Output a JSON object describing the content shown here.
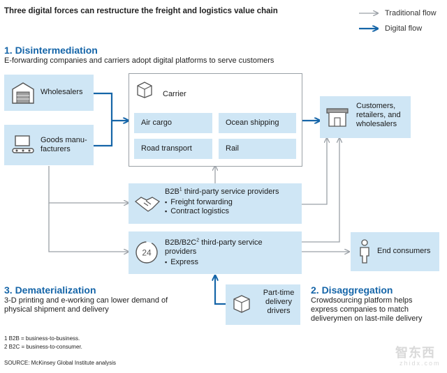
{
  "title": "Three digital forces can restructure the freight and logistics value chain",
  "legend": {
    "traditional": "Traditional flow",
    "digital": "Digital flow"
  },
  "sections": {
    "s1_title": "1. Disintermediation",
    "s1_desc": "E-forwarding companies and carriers adopt digital platforms to serve customers",
    "s2_title": "2. Disaggregation",
    "s2_desc": "Crowdsourcing platform helps express companies to match deliverymen on last-mile delivery",
    "s3_title": "3. Dematerialization",
    "s3_desc": "3-D printing and e-working can lower demand of physical shipment and delivery"
  },
  "nodes": {
    "wholesalers": "Wholesalers",
    "manufacturers": "Goods manu- facturers",
    "carrier": "Carrier",
    "air": "Air cargo",
    "ocean": "Ocean shipping",
    "road": "Road transport",
    "rail": "Rail",
    "customers": "Customers, retailers, and wholesalers",
    "b2b_title_a": "B2B",
    "b2b_sup": "1",
    "b2b_title_b": " third-party service providers",
    "b2b_items": [
      "Freight forwarding",
      "Contract logistics"
    ],
    "b2c_title_a": "B2B/B2C",
    "b2c_sup": "2",
    "b2c_title_b": " third-party service providers",
    "b2c_items": [
      "Express"
    ],
    "parttime": "Part-time delivery drivers",
    "end": "End consumers"
  },
  "footnotes": [
    "1  B2B = business-to-business.",
    "2  B2C = business-to-consumer."
  ],
  "source": "SOURCE: McKinsey Global Institute analysis",
  "watermark": {
    "cn": "智东西",
    "en": "zhidx.com"
  },
  "colors": {
    "digital": "#1565a8",
    "traditional": "#9aa0a6",
    "box": "#cfe6f5"
  }
}
